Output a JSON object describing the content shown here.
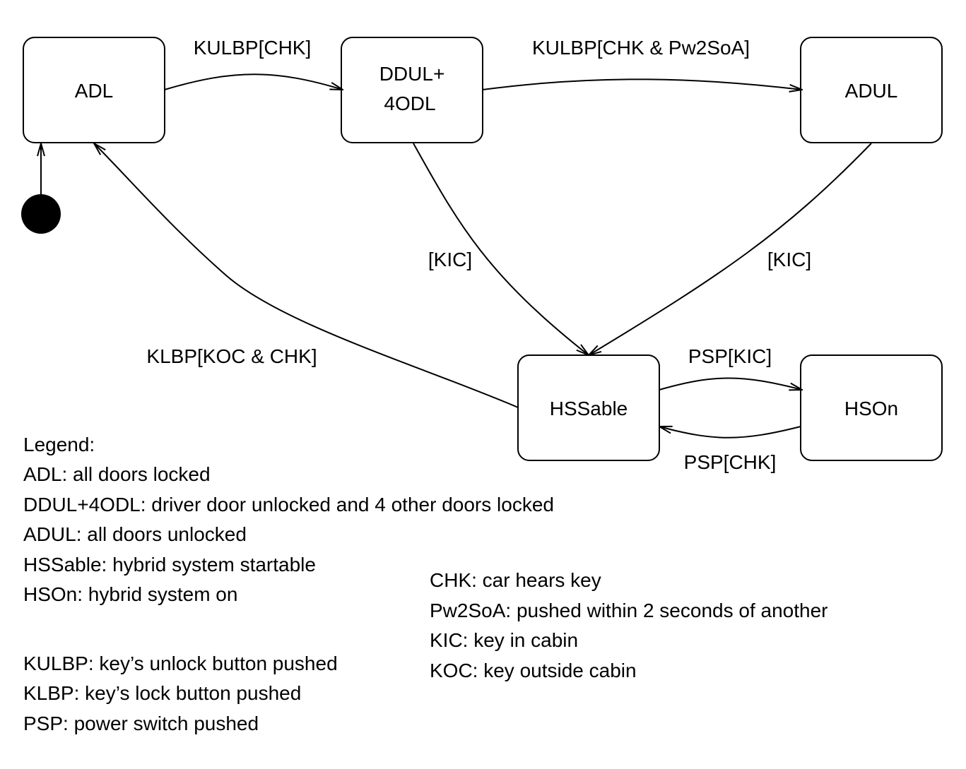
{
  "states": {
    "adl": "ADL",
    "ddul_line1": "DDUL+",
    "ddul_line2": "4ODL",
    "adul": "ADUL",
    "hssable": "HSSable",
    "hson": "HSOn"
  },
  "transitions": {
    "adl_to_ddul": "KULBP[CHK]",
    "ddul_to_adul": "KULBP[CHK & Pw2SoA]",
    "ddul_to_hssable": "[KIC]",
    "adul_to_hssable": "[KIC]",
    "hssable_to_adl": "KLBP[KOC & CHK]",
    "hssable_to_hson": "PSP[KIC]",
    "hson_to_hssable": "PSP[CHK]"
  },
  "legend": {
    "title": "Legend:",
    "states": [
      "ADL: all doors locked",
      "DDUL+4ODL: driver door unlocked and 4 other doors locked",
      "ADUL: all doors unlocked",
      "HSSable: hybrid system startable",
      "HSOn: hybrid system on"
    ],
    "events": [
      "KULBP: key’s unlock button pushed",
      "KLBP: key’s lock button pushed",
      "PSP: power switch pushed"
    ],
    "conditions": [
      "CHK: car hears key",
      "Pw2SoA: pushed within 2 seconds of another",
      "KIC: key in cabin",
      "KOC: key outside cabin"
    ]
  }
}
